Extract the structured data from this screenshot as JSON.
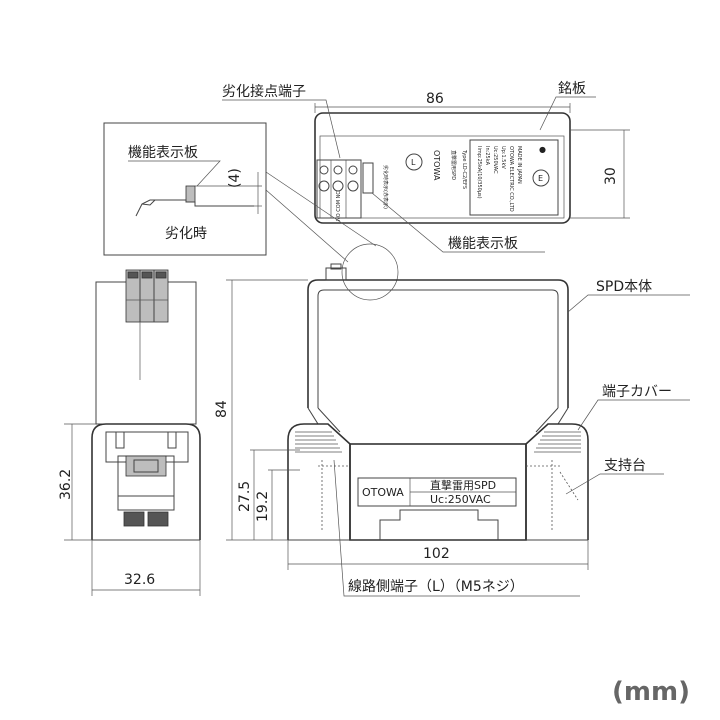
{
  "labels": {
    "degradation_contact_terminal": "劣化接点端子",
    "nameplate": "銘板",
    "function_indicator_top": "機能表示板",
    "function_indicator_detail": "機能表示板",
    "degraded_state": "劣化時",
    "spd_body": "SPD本体",
    "terminal_cover": "端子カバー",
    "support_base": "支持台",
    "line_side_terminal": "線路側端子（L）（M5ネジ）",
    "unit": "(mm)"
  },
  "dimensions": {
    "top_width": "86",
    "top_height": "30",
    "detail_offset": "(4)",
    "overall_height": "84",
    "terminal_height": "27.5",
    "terminal_center_height": "19.2",
    "overall_width": "102",
    "side_height": "36.2",
    "side_width": "32.6"
  },
  "plate": {
    "brand": "OTOWA",
    "product": "直撃雷用SPD",
    "rating": "Uc:250VAC"
  },
  "top_view": {
    "brand": "OTOWA",
    "product": "直撃雷用SPD",
    "type": "Type LD-C2/EFS",
    "left_mark": "L",
    "right_mark": "E",
    "indicator_note": "劣化時表示\n(赤表示)",
    "contact_labels": "NO COM NC",
    "spec_lines": [
      "Iimp:25kA(10/350μs)",
      "In:25kA",
      "Uc:250VAC",
      "Up:1.5kV",
      "OTOWA ELECTRIC CO.,LTD",
      "MADE IN JAPAN"
    ]
  }
}
